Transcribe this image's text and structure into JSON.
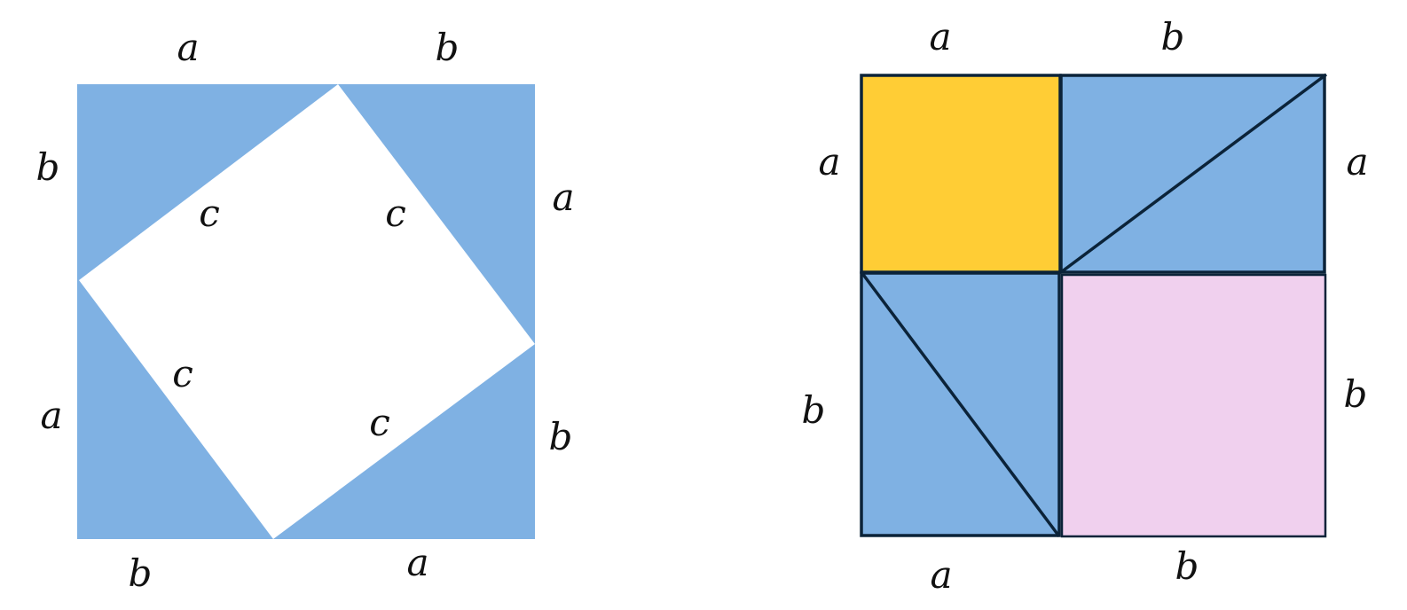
{
  "colors": {
    "triangle_blue": "#7fb1e3",
    "square_a": "#ffcd35",
    "square_b": "#f0d0ee",
    "outline": "#0b2339",
    "inner_square": "#ffffff"
  },
  "left_figure": {
    "top_labels": [
      "a",
      "b"
    ],
    "left_labels": [
      "b",
      "a"
    ],
    "right_labels": [
      "a",
      "b"
    ],
    "bottom_labels": [
      "b",
      "a"
    ],
    "hypotenuse_labels": [
      "c",
      "c",
      "c",
      "c"
    ]
  },
  "right_figure": {
    "top_labels": [
      "a",
      "b"
    ],
    "left_labels": [
      "a",
      "b"
    ],
    "right_labels": [
      "a",
      "b"
    ],
    "bottom_labels": [
      "a",
      "b"
    ]
  }
}
